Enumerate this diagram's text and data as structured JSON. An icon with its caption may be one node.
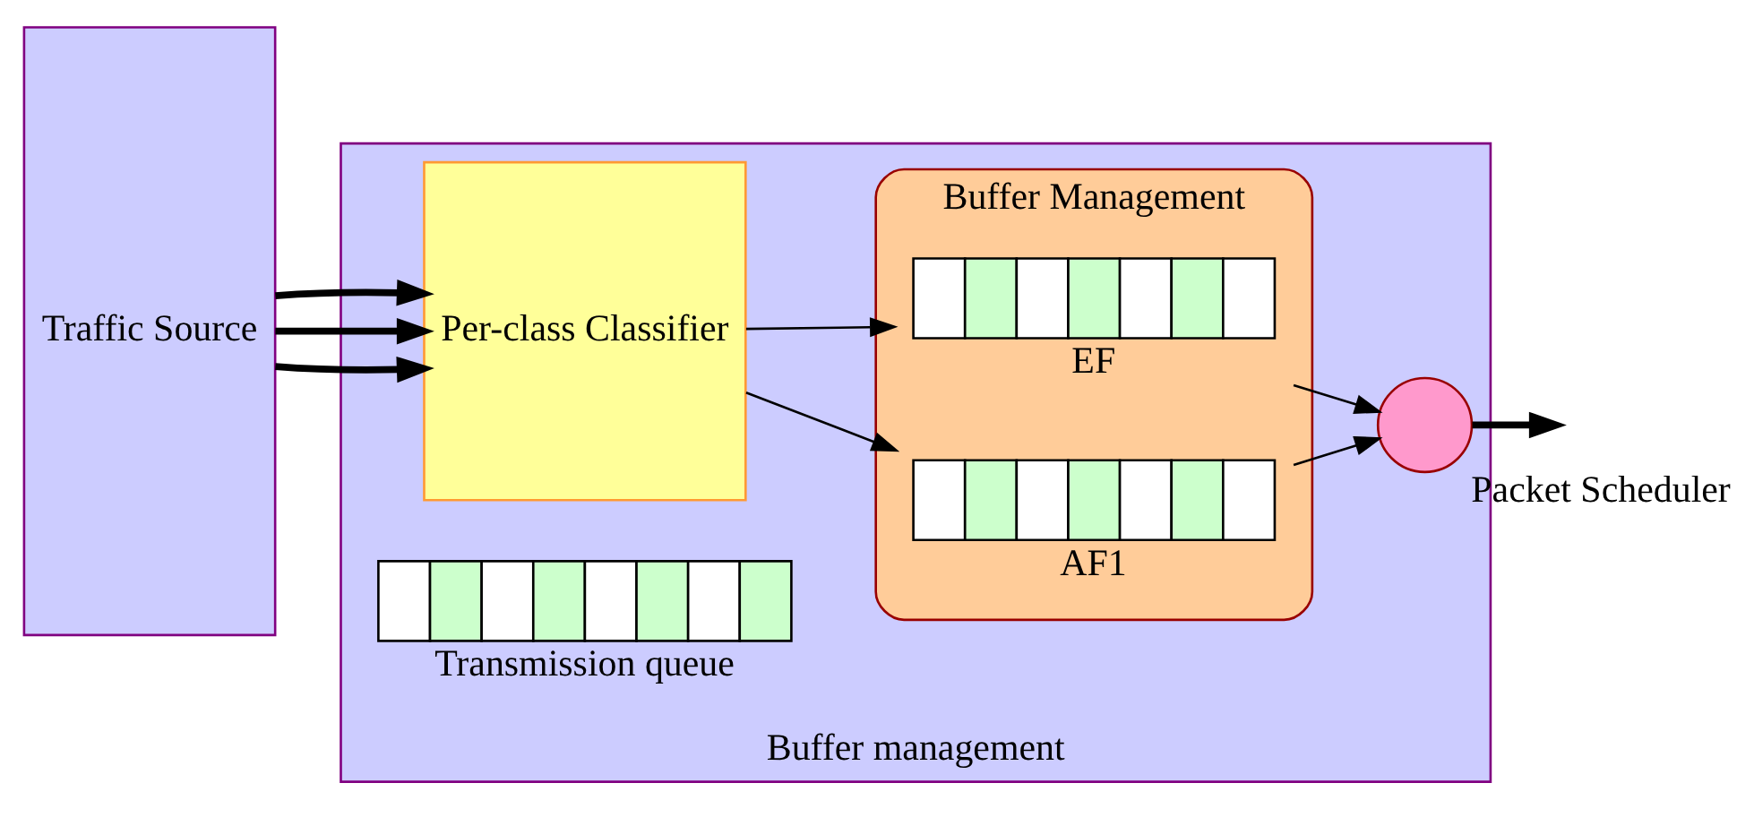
{
  "diagram": {
    "nodes": [
      {
        "text": [
          "Traffic Source"
        ]
      },
      {
        "text": [
          "Buffer management"
        ]
      },
      {
        "text": [
          "Per-class Classifier"
        ],
        "in": 1
      },
      {
        "text": [
          "Buffer Management"
        ],
        "in": 1
      },
      {
        "text": [],
        "shape": "bar",
        "beside": [
          "EF"
        ],
        "in": 3
      },
      {
        "text": [],
        "shape": "bar",
        "beside": [
          "AF1"
        ],
        "in": 3
      },
      {
        "text": [],
        "shape": "circle",
        "beside": [
          "Packet Scheduler"
        ],
        "in": 1
      },
      {
        "text": [],
        "shape": "bar",
        "beside": [
          "Transmission queue"
        ],
        "in": 1
      }
    ],
    "edges": [
      {
        "from": 0,
        "to": 2,
        "arrow": "to",
        "style": "thick"
      },
      {
        "from": 0,
        "to": 2,
        "arrow": "to",
        "style": "thick"
      },
      {
        "from": 0,
        "to": 2,
        "arrow": "to",
        "style": "thick"
      },
      {
        "from": 2,
        "to": 4,
        "arrow": "to"
      },
      {
        "from": 2,
        "to": 5,
        "arrow": "to"
      },
      {
        "from": 4,
        "to": 6,
        "arrow": "to"
      },
      {
        "from": 5,
        "to": 6,
        "arrow": "to"
      },
      {
        "from": 6,
        "to": null,
        "arrow": "to",
        "style": "thick"
      }
    ]
  }
}
